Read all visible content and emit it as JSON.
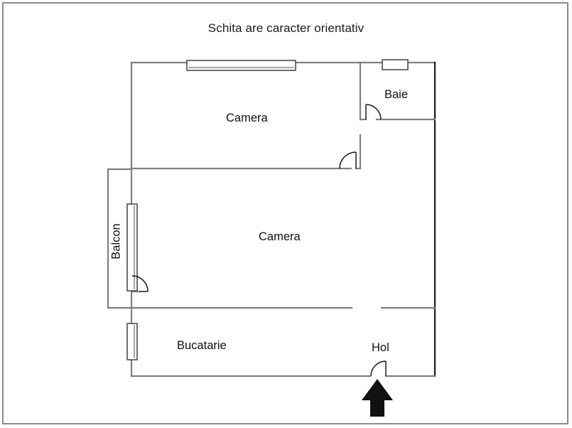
{
  "document": {
    "title": "Schita are caracter orientativ",
    "type": "floor-plan-sketch",
    "language": "ro"
  },
  "colors": {
    "frame_border": "#8c8c8c",
    "wall": "#808080",
    "wall_dark": "#1a1a1a",
    "window_fill": "#ffffff",
    "window_stroke": "#4d4d4d",
    "arrow_fill": "#111111",
    "text": "#111111",
    "background": "#ffffff"
  },
  "rooms": [
    {
      "id": "camera-1",
      "label": "Camera",
      "orientation": "horizontal"
    },
    {
      "id": "camera-2",
      "label": "Camera",
      "orientation": "horizontal"
    },
    {
      "id": "baie",
      "label": "Baie",
      "orientation": "horizontal"
    },
    {
      "id": "bucatarie",
      "label": "Bucatarie",
      "orientation": "horizontal"
    },
    {
      "id": "hol",
      "label": "Hol",
      "orientation": "horizontal"
    },
    {
      "id": "balcon",
      "label": "Balcon",
      "orientation": "vertical"
    }
  ],
  "features": {
    "windows": [
      {
        "id": "window-camera-1-top",
        "orientation": "horizontal",
        "wall": "north"
      },
      {
        "id": "window-baie-top",
        "orientation": "horizontal",
        "wall": "north"
      },
      {
        "id": "window-balcon-west",
        "orientation": "vertical",
        "wall": "west"
      },
      {
        "id": "window-bucatarie-west",
        "orientation": "vertical",
        "wall": "west"
      }
    ],
    "doors": [
      {
        "id": "door-baie",
        "swing": "left"
      },
      {
        "id": "door-camera-1",
        "swing": "left"
      },
      {
        "id": "door-balcon",
        "swing": "down"
      },
      {
        "id": "door-entrance",
        "swing": "left"
      }
    ],
    "entrance_marker": {
      "id": "entrance-arrow",
      "direction": "up",
      "meaning": "intrare"
    },
    "openings": [
      {
        "id": "opening-camera-2-to-hol",
        "wall": "interior-horizontal"
      }
    ]
  }
}
